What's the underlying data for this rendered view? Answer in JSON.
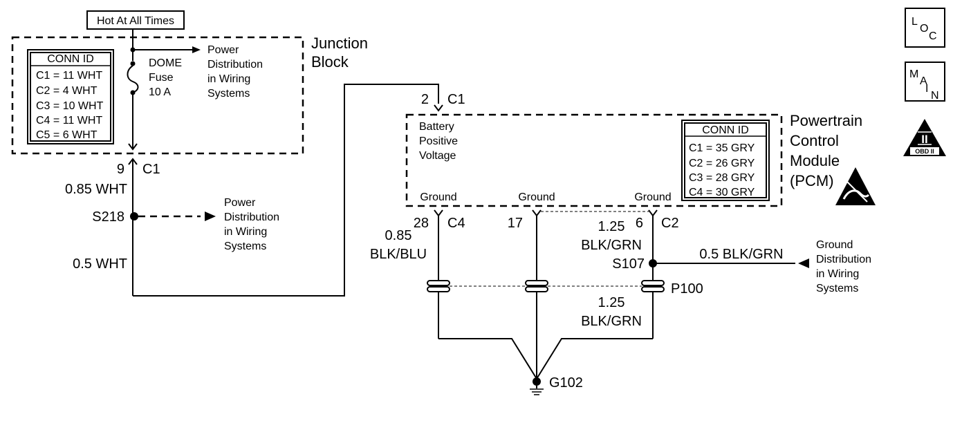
{
  "hot_at_all_times": "Hot At All Times",
  "junction_block": {
    "title_line1": "Junction",
    "title_line2": "Block",
    "conn_id": {
      "title": "CONN ID",
      "rows": [
        "C1 = 11 WHT",
        "C2 = 4 WHT",
        "C3 = 10 WHT",
        "C4 = 11 WHT",
        "C5 = 6 WHT"
      ]
    },
    "fuse_line1": "DOME",
    "fuse_line2": "Fuse",
    "fuse_line3": "10 A",
    "power_dist": [
      "Power",
      "Distribution",
      "in Wiring",
      "Systems"
    ]
  },
  "left_wire": {
    "pin": "9",
    "conn": "C1",
    "wire1": "0.85 WHT",
    "splice": "S218",
    "wire2": "0.5 WHT",
    "power_dist": [
      "Power",
      "Distribution",
      "in Wiring",
      "Systems"
    ]
  },
  "pcm": {
    "title": [
      "Powertrain",
      "Control",
      "Module",
      "(PCM)"
    ],
    "input_pin": "2",
    "input_conn": "C1",
    "battery_label": [
      "Battery",
      "Positive",
      "Voltage"
    ],
    "ground_label": "Ground",
    "conn_id": {
      "title": "CONN ID",
      "rows": [
        "C1 = 35 GRY",
        "C2 = 26 GRY",
        "C3 = 28 GRY",
        "C4 = 30 GRY"
      ]
    },
    "pins": {
      "p28": "28",
      "c4": "C4",
      "p17": "17",
      "p6": "6",
      "c2": "C2"
    }
  },
  "ground_circuit": {
    "wire_left": [
      "0.85",
      "BLK/BLU"
    ],
    "wire_right_top": [
      "1.25",
      "BLK/GRN"
    ],
    "splice": "S107",
    "branch_wire": "0.5 BLK/GRN",
    "ground_dist": [
      "Ground",
      "Distribution",
      "in Wiring",
      "Systems"
    ],
    "connector": "P100",
    "wire_right_bottom": [
      "1.25",
      "BLK/GRN"
    ],
    "ground": "G102"
  },
  "badges": {
    "loc": [
      "L",
      "O",
      "C"
    ],
    "main": [
      "M",
      "A",
      "I",
      "N"
    ],
    "obd_numeral": "II",
    "obd_text": "OBD II"
  }
}
